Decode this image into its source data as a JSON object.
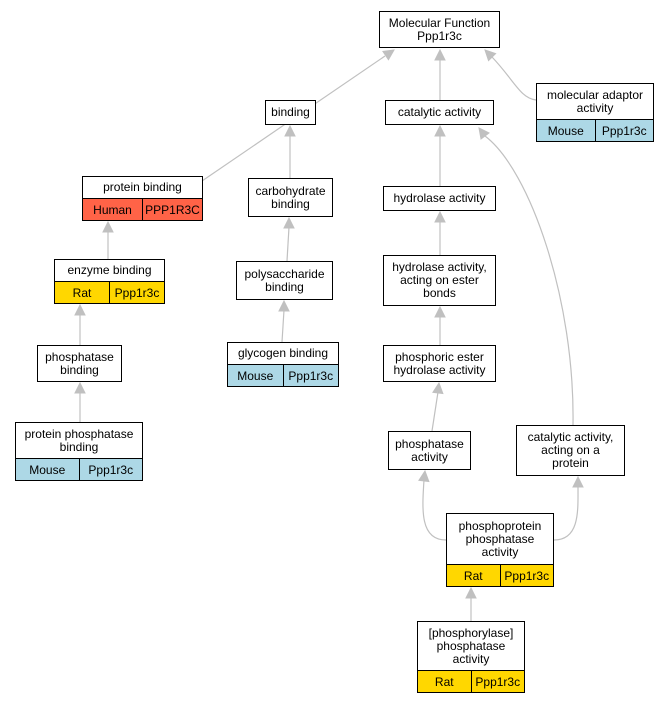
{
  "nodes": {
    "mf": {
      "label": "Molecular Function\nPpp1r3c"
    },
    "bind": {
      "label": "binding"
    },
    "cat": {
      "label": "catalytic activity"
    },
    "mad": {
      "label": "molecular adaptor\nactivity",
      "species": "Mouse",
      "gene": "Ppp1r3c"
    },
    "pb": {
      "label": "protein binding",
      "species": "Human",
      "gene": "PPP1R3C"
    },
    "cb": {
      "label": "carbohydrate\nbinding"
    },
    "ha": {
      "label": "hydrolase activity"
    },
    "eb": {
      "label": "enzyme binding",
      "species": "Rat",
      "gene": "Ppp1r3c"
    },
    "psb": {
      "label": "polysaccharide\nbinding"
    },
    "hae": {
      "label": "hydrolase activity,\nacting on ester\nbonds"
    },
    "phb": {
      "label": "phosphatase\nbinding"
    },
    "gb": {
      "label": "glycogen binding",
      "species": "Mouse",
      "gene": "Ppp1r3c"
    },
    "peh": {
      "label": "phosphoric ester\nhydrolase activity"
    },
    "ppb": {
      "label": "protein phosphatase\nbinding",
      "species": "Mouse",
      "gene": "Ppp1r3c"
    },
    "pa": {
      "label": "phosphatase\nactivity"
    },
    "cap": {
      "label": "catalytic activity,\nacting on a\nprotein"
    },
    "ppa": {
      "label": "phosphoprotein\nphosphatase\nactivity",
      "species": "Rat",
      "gene": "Ppp1r3c"
    },
    "pla": {
      "label": "[phosphorylase]\nphosphatase\nactivity",
      "species": "Rat",
      "gene": "Ppp1r3c"
    }
  },
  "colors": {
    "human": "#ff6347",
    "mouse": "#add8e6",
    "rat": "#ffd700",
    "edge": "#c0c0c0"
  }
}
